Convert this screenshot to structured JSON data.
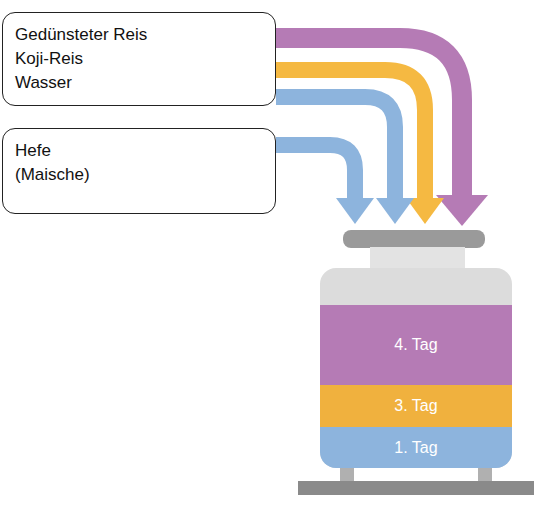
{
  "diagram": {
    "nodes": [
      {
        "text": [
          "Gedünsteter Reis",
          "Koji-Reis",
          "Wasser"
        ]
      },
      {
        "text": [
          "Hefe (Maische)"
        ]
      },
      {
        "text": [
          "4. Tag"
        ]
      },
      {
        "text": [
          "3. Tag"
        ]
      },
      {
        "text": [
          "1. Tag"
        ]
      }
    ]
  }
}
